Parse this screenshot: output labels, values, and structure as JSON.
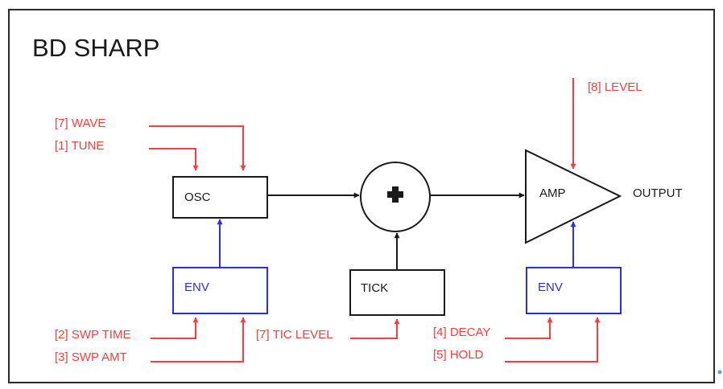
{
  "title": "BD SHARP",
  "blocks": {
    "osc": "OSC",
    "env_osc": "ENV",
    "tick": "TICK",
    "amp": "AMP",
    "env_amp": "ENV",
    "output": "OUTPUT",
    "mixer_symbol": "+"
  },
  "params": {
    "wave": "[7] WAVE",
    "tune": "[1] TUNE",
    "swp_time": "[2] SWP TIME",
    "swp_amt": "[3] SWP AMT",
    "tic_level": "[7] TIC LEVEL",
    "decay": "[4] DECAY",
    "hold": "[5] HOLD",
    "level": "[8] LEVEL"
  },
  "colors": {
    "signal": "#1a1a1a",
    "parameter": "#ff3b3b",
    "envelope": "#2a2aff"
  }
}
